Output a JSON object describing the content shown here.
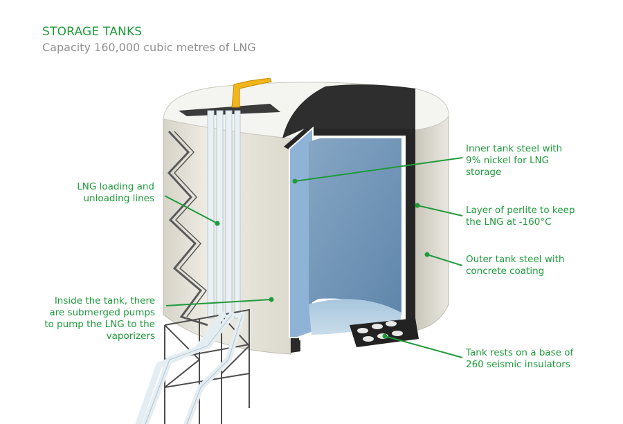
{
  "header": {
    "title": "STORAGE TANKS",
    "subtitle": "Capacity 160,000 cubic metres of LNG"
  },
  "labels": {
    "loading_lines": [
      "LNG loading and",
      "unloading lines"
    ],
    "pumps": [
      "Inside the tank, there",
      "are submerged pumps",
      "to pump the LNG to the",
      "vaporizers"
    ],
    "inner_tank": [
      "Inner tank steel with",
      "9% nickel for LNG",
      "storage"
    ],
    "perlite": [
      "Layer of perlite to keep",
      "the LNG at -160°C"
    ],
    "outer_tank": [
      "Outer tank steel with",
      "concrete coating"
    ],
    "base": [
      "Tank rests on a base of",
      "260 seismic insulators"
    ]
  },
  "colors": {
    "label_green": "#1e9a3a",
    "subtitle_grey": "#8f8f8f",
    "concrete": "#e6e4da",
    "inner_blue": "#6f93b5",
    "perlite_dark": "#2a2a2a",
    "pipe_white": "#eef3f6"
  }
}
